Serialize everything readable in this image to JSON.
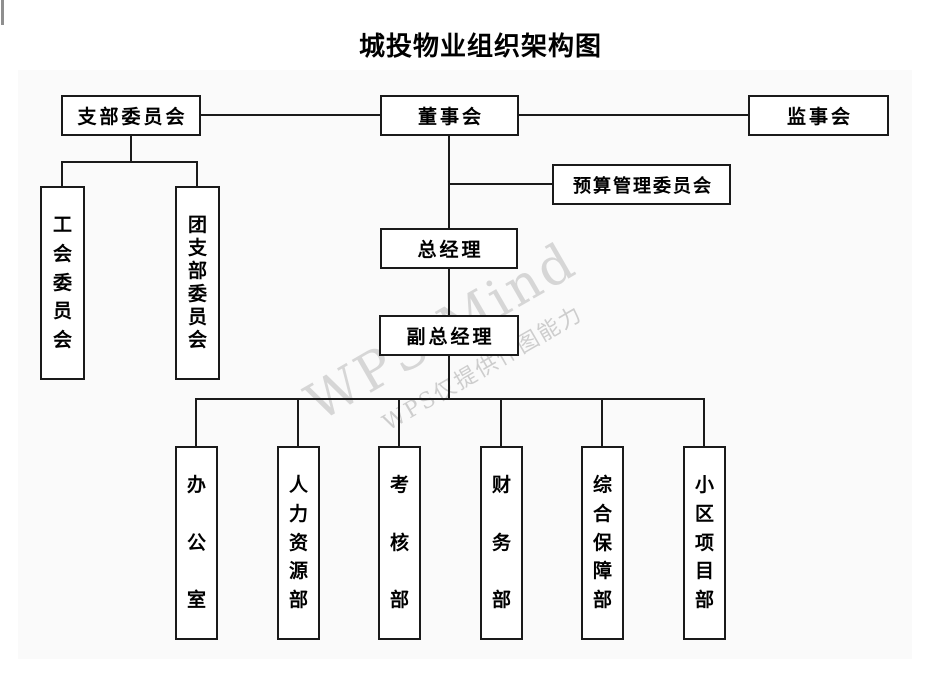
{
  "title": "城投物业组织架构图",
  "watermark": {
    "line1": "WPS Mind",
    "line2": "WPS仅提供作图能力"
  },
  "nodes": {
    "party_branch_committee": "支部委员会",
    "board_of_directors": "董事会",
    "board_of_supervisors": "监事会",
    "budget_management_committee": "预算管理委员会",
    "general_manager": "总经理",
    "deputy_general_manager": "副总经理",
    "labor_union_committee": "工会委员会",
    "youth_league_branch_committee": "团支部委员会"
  },
  "departments": [
    "办公室",
    "人力资源部",
    "考核部",
    "财务部",
    "综合保障部",
    "小区项目部"
  ],
  "colors": {
    "line": "#1a1a1a",
    "canvas_bg": "#fafafa",
    "box_bg": "#ffffff",
    "box_border": "#1a1a1a",
    "watermark": "#d6d6d6"
  }
}
